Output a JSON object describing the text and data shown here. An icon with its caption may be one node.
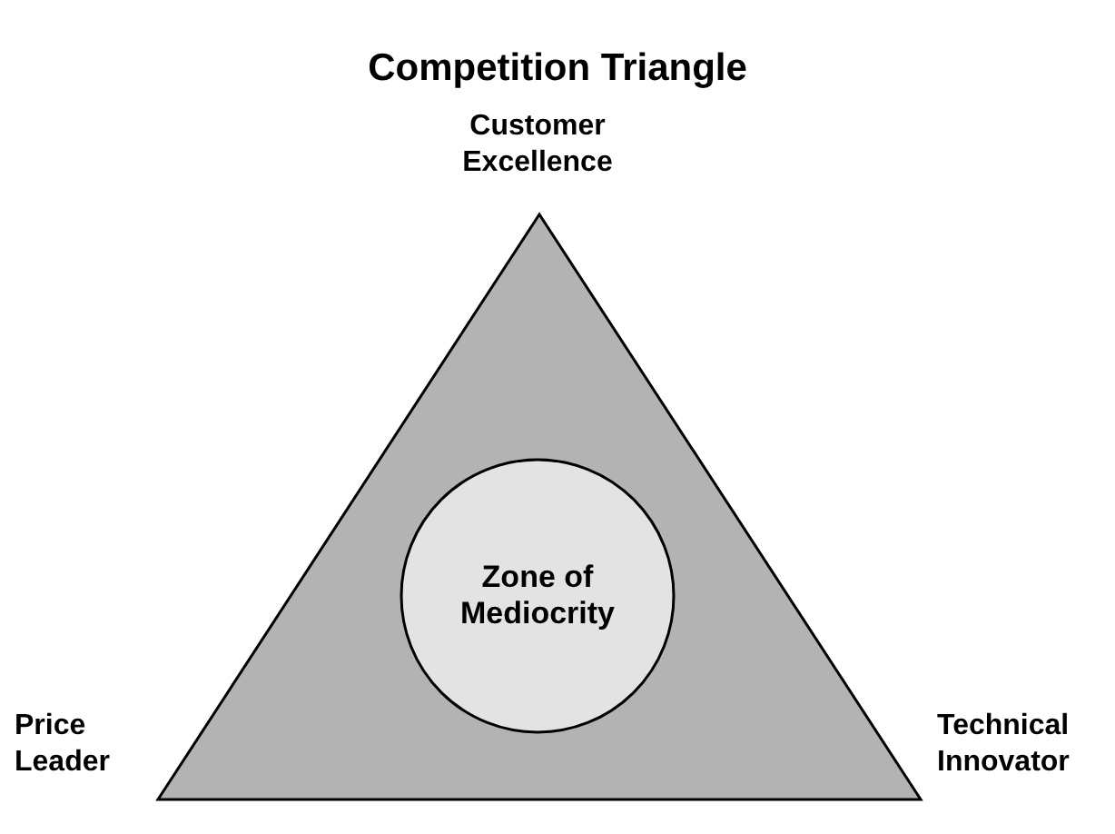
{
  "diagram": {
    "title": "Competition Triangle",
    "nodes": [
      {
        "text": [],
        "shape": "triangle",
        "beside": [
          "Customer Excellence",
          "Price Leader",
          "Technical Innovator"
        ]
      },
      {
        "text": [
          "Zone of Mediocrity"
        ],
        "in": 0
      }
    ]
  }
}
